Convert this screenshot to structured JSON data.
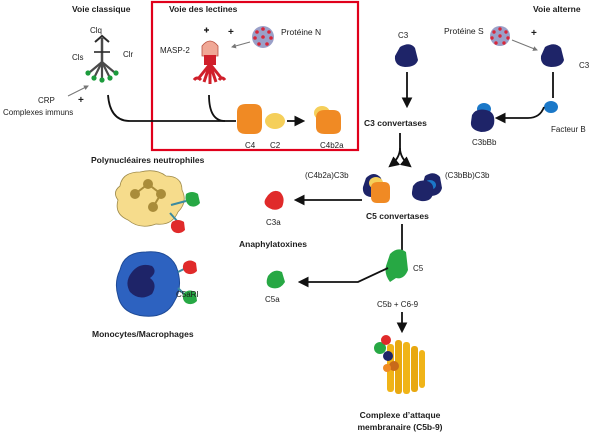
{
  "pathways": {
    "classical": "Voie classique",
    "lectin": "Voie des lectines",
    "alternative": "Voie alterne"
  },
  "classical": {
    "c1q": "Clq",
    "c1r": "Clr",
    "c1s": "Cls",
    "plus": "+",
    "activator_1": "CRP",
    "activator_2": "Complexes immuns"
  },
  "lectin": {
    "masp": "MASP-2",
    "plus": "+",
    "protein": "Protéine N",
    "c4": "C4",
    "c2": "C2",
    "product": "C4b2a"
  },
  "alternative": {
    "c3_left": "C3",
    "protein": "Protéine S",
    "plus": "+",
    "c3_right": "C3",
    "factor": "Facteur B",
    "product": "C3bBb"
  },
  "convertases": {
    "c3": "C3 convertases",
    "classical_c5": "(C4b2a)C3b",
    "alternative_c5": "(C3bBb)C3b",
    "c5": "C5 convertases"
  },
  "effectors": {
    "neutrophils": "Polynucléaires neutrophiles",
    "c3a": "C3a",
    "anaphylatoxins": "Anaphylatoxines",
    "c5": "C5",
    "receptor": "C5aRI",
    "c5a": "C5a",
    "monocytes": "Monocytes/Macrophages",
    "c5b": "C5b + C6-9",
    "mac_line1": "Complexe d’attaque",
    "mac_line2": "membranaire (C5b-9)"
  },
  "colors": {
    "highlight_box": "#e0001b",
    "navy": "#1e2468",
    "blue": "#1b78c8",
    "orange": "#f08a24",
    "yellow": "#f5cf5a",
    "red": "#e02a2a",
    "green": "#27a844",
    "lectin_red": "#d01f2a",
    "masp_pink": "#f0a896",
    "cell_beige": "#f6dc8c",
    "cell_olive": "#a98c3a",
    "cell_blue": "#2d62c0",
    "mac_gold": "#f0b418"
  },
  "icons": [
    "c1-complex-icon",
    "mbl-lectin-icon",
    "bacteria-icon",
    "macrophage-cell-icon",
    "neutrophil-cell-icon",
    "mac-pore-icon"
  ]
}
